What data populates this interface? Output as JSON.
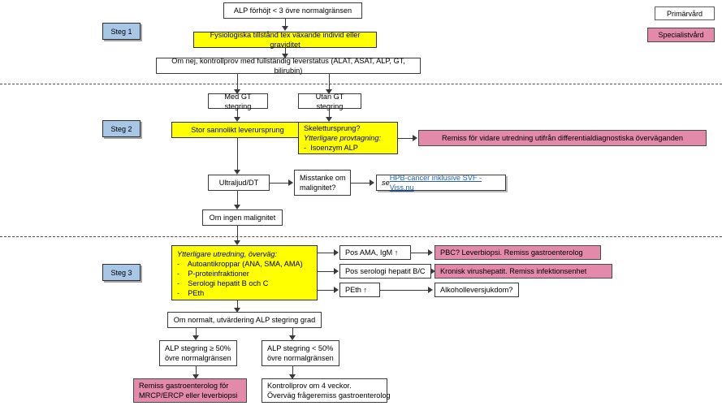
{
  "legend": {
    "primary_label": "Primärvård",
    "specialist_label": "Specialistvård",
    "primary_color": "#ffffff",
    "specialist_color": "#e38aaa"
  },
  "steps": [
    {
      "label": "Steg 1"
    },
    {
      "label": "Steg 2"
    },
    {
      "label": "Steg 3"
    }
  ],
  "colors": {
    "yellow": "#ffff00",
    "pink": "#e38aaa",
    "blue_chip": "#a8c6e5",
    "link": "#1f5fbf",
    "border": "#3b3b3b"
  },
  "step1": {
    "start_box": "ALP förhöjt < 3 övre normalgränsen",
    "physiological_box": "Fysiologiska tillstånd tex växande individ eller graviditet",
    "controlsample_box": "Om nej, kontrollprov med fullständig leverstatus (ALAT, ASAT, ALP, GT, bilirubin)"
  },
  "step2": {
    "with_gt": "Med GT stegring",
    "without_gt": "Utan GT stegring",
    "liver_origin": "Stor sannolikt leverursprung",
    "skeleton": {
      "line1": "Skelettursprung?",
      "line2": "Ytterligare provtagning:",
      "line3": "-  Isoenzym ALP"
    },
    "referral": "Remiss för vidare utredning utifrån differentialdiagnostiska överväganden",
    "ultrasound": "Ultraljud/DT",
    "malignancy": {
      "line1": "Misstanke om",
      "line2": "malignitet?"
    },
    "link_prefix": "se ",
    "link_text": "HPB-cancer inklusive SVF - Viss.nu",
    "no_malignancy": "Om ingen malignitet"
  },
  "step3": {
    "workup": {
      "title": "Ytterligare utredning, överväg:",
      "items": [
        "-    Autoantikroppar (ANA, SMA, AMA)",
        "-    P-proteinfraktioner",
        "-    Serologi hepatit B och C",
        "-    PEth"
      ]
    },
    "results": [
      {
        "label": "Pos AMA, IgM ↑",
        "outcome": "PBC? Leverbiopsi. Remiss gastroenterolog",
        "outcome_style": "pink"
      },
      {
        "label": "Pos serologi hepatit B/C",
        "outcome": "Kronisk virushepatit. Remiss infektionsenhet",
        "outcome_style": "pink"
      },
      {
        "label": "PEth ↑",
        "outcome": "Alkoholleversjukdom?",
        "outcome_style": "white"
      }
    ],
    "if_normal": "Om normalt, utvärdering ALP stegring grad",
    "branch_high": {
      "line1": "ALP stegring ≥ 50%",
      "line2": "övre normalgränsen"
    },
    "branch_low": {
      "line1": "ALP stegring < 50%",
      "line2": "övre normalgränsen"
    },
    "outcome_high": {
      "line1": "Remiss gastroenterolog för",
      "line2": "MRCP/ERCP eller leverbiopsi"
    },
    "outcome_low": {
      "line1": "Kontrollprov om 4 veckor.",
      "line2": "Överväg frågeremiss gastroenterolog"
    }
  }
}
